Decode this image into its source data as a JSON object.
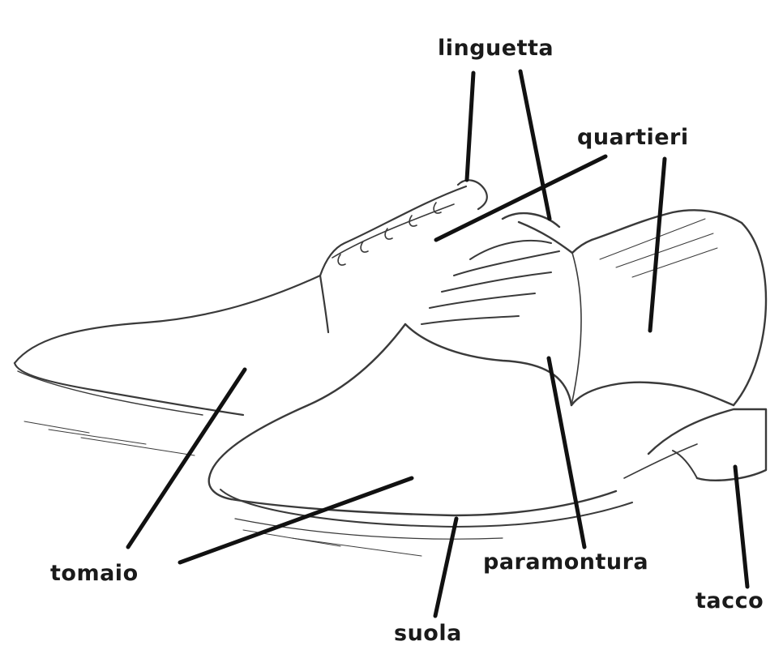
{
  "labels": {
    "linguetta": "linguetta",
    "quartieri": "quartieri",
    "tomaio": "tomaio",
    "paramontura": "paramontura",
    "tacco": "tacco",
    "suola": "suola"
  },
  "colors": {
    "sketch_line": "#3a3a3a",
    "leader_line": "#111111",
    "label_text": "#1a1a1a",
    "background": "#ffffff"
  }
}
